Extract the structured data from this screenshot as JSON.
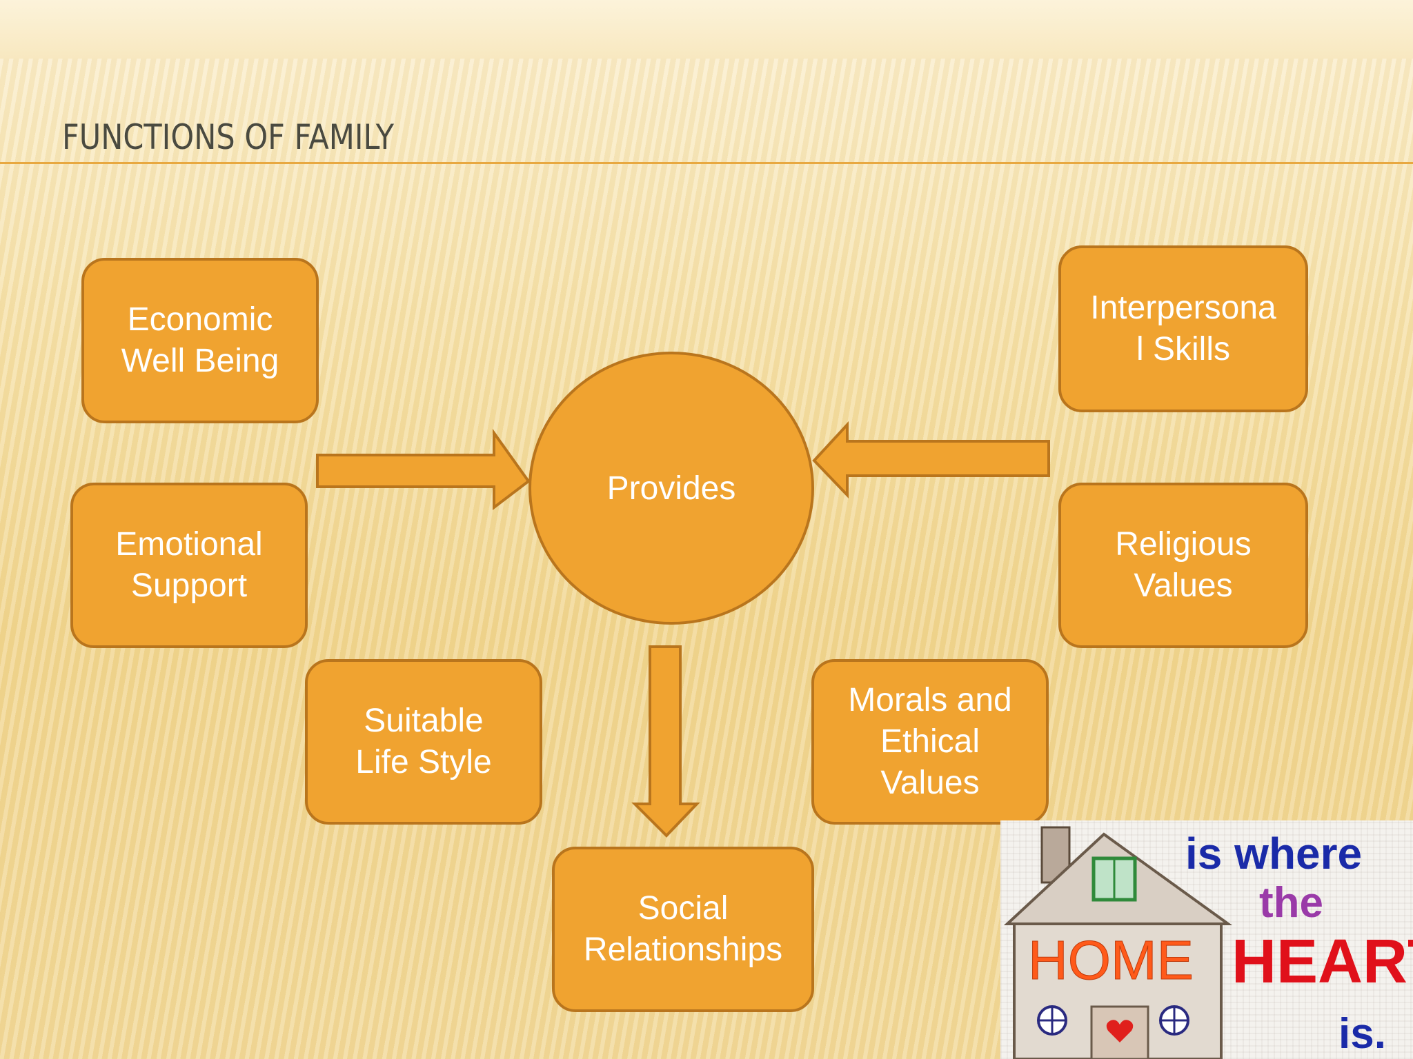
{
  "slide": {
    "title": "FUNCTIONS OF FAMILY"
  },
  "diagram": {
    "center": "Provides",
    "boxes": {
      "economic": "Economic\nWell Being",
      "emotional": "Emotional\nSupport",
      "lifestyle": "Suitable\nLife Style",
      "social": "Social\nRelationships",
      "morals": "Morals and\nEthical\nValues",
      "religious": "Religious\nValues",
      "interpersonal": "Interpersona\nl Skills"
    }
  },
  "image": {
    "text_1": "is where",
    "text_2": "the",
    "text_3": "HEART",
    "text_4": "is.",
    "house_text": "HOME"
  },
  "colors": {
    "box_fill": "#f0a330",
    "box_border": "#b9751d",
    "accent_line": "#e8a840"
  }
}
